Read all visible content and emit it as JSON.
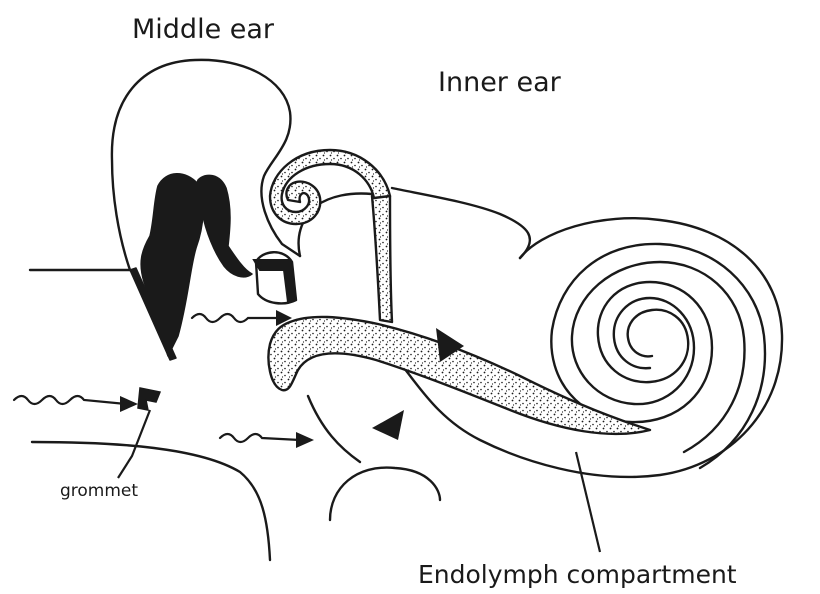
{
  "labels": {
    "middle_ear": "Middle ear",
    "inner_ear": "Inner ear",
    "grommet": "grommet",
    "endolymph_compartment": "Endolymph compartment"
  },
  "colors": {
    "ink": "#1a1a1a",
    "background": "#ffffff"
  }
}
